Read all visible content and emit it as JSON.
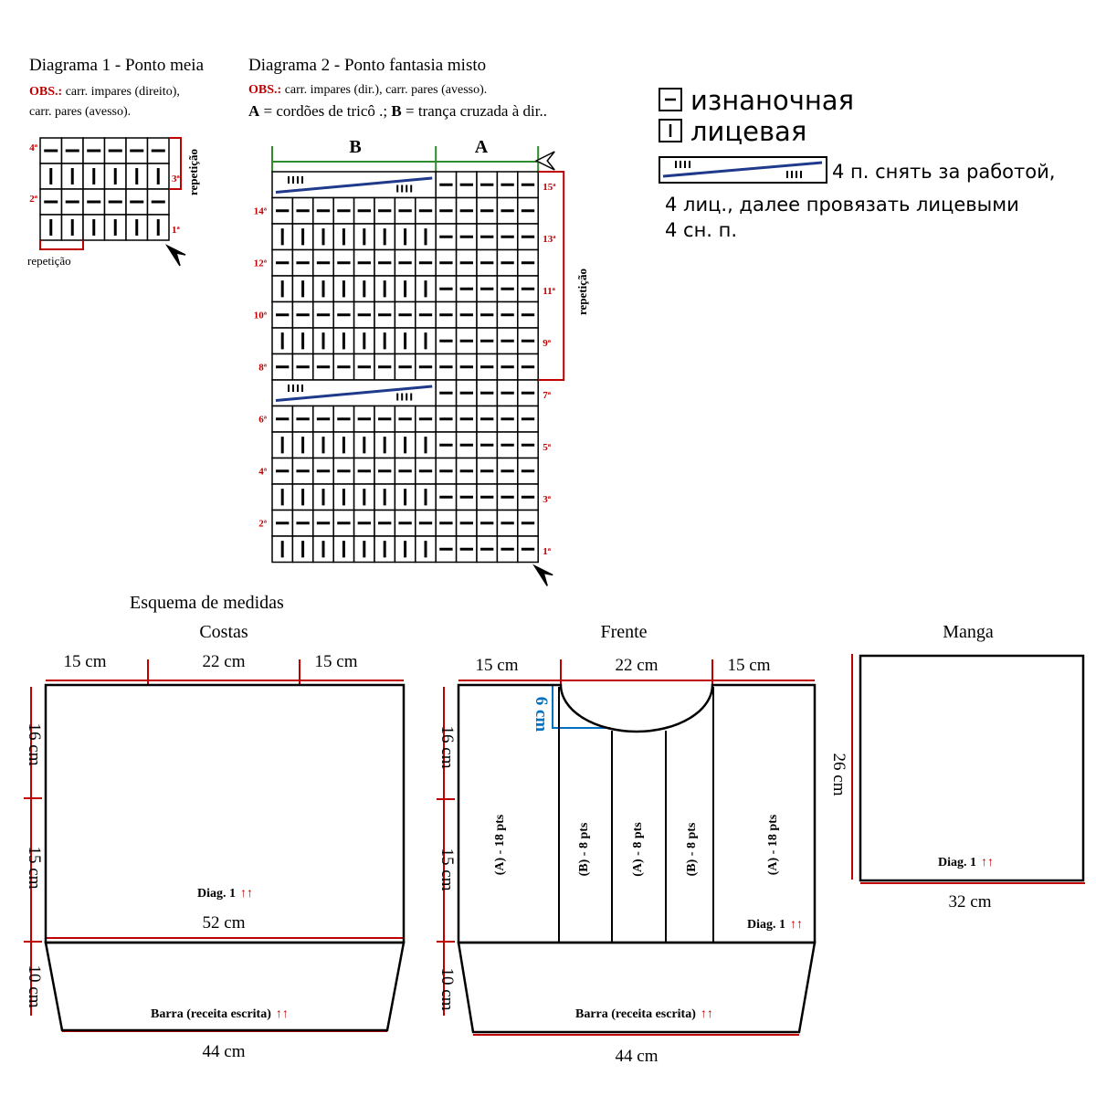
{
  "colors": {
    "ink": "#000000",
    "red": "#c00000",
    "blue": "#0070c0",
    "navy": "#1f3a8a",
    "green": "#2e8b2e"
  },
  "diagram1": {
    "title": "Diagrama 1 - Ponto meia",
    "obs_label": "OBS.:",
    "obs_line1": " carr. impares (direito),",
    "obs_line2": "carr. pares (avesso).",
    "repeat_label": "repetição",
    "row_labels": [
      "4ª",
      "3ª",
      "2ª",
      "1ª"
    ],
    "rows": [
      "purl",
      "knit",
      "purl",
      "knit"
    ]
  },
  "diagram2": {
    "title": "Diagrama 2 - Ponto fantasia misto",
    "obs_label": "OBS.:",
    "obs_text": " carr. impares (dir.), carr. pares (avesso).",
    "def_a": "A",
    "def_a_text": " = cordões de tricô .; ",
    "def_b": "B",
    "def_b_text": " = trança cruzada à dir..",
    "header_b": "B",
    "header_a": "A",
    "repeat_label": "repetição",
    "cable_marks": "IIII",
    "left_labels": [
      "14ª",
      "12ª",
      "10ª",
      "8ª",
      "6ª",
      "4ª",
      "2ª"
    ],
    "right_labels": [
      "15ª",
      "13ª",
      "11ª",
      "9ª",
      "7ª",
      "5ª",
      "3ª",
      "1ª"
    ],
    "rows_top_to_bottom": [
      "cable",
      "purl",
      "knit",
      "purl",
      "knit",
      "purl",
      "knit",
      "purl",
      "cable",
      "purl",
      "knit",
      "purl",
      "knit",
      "purl",
      "knit"
    ]
  },
  "legend": {
    "purl_symbol": "−",
    "purl_text": "изнаночная",
    "knit_symbol": "I",
    "knit_text": "лицевая",
    "cable_marks": "IIII",
    "cable_line1": "4 п. снять за работой,",
    "cable_line2": "4 лиц., далее провязать лицевыми",
    "cable_line3": "4 сн. п."
  },
  "schematic": {
    "title": "Esquema de medidas",
    "costas": {
      "title": "Costas",
      "top_left": "15 cm",
      "top_mid": "22 cm",
      "top_right": "15 cm",
      "side_top": "16 cm",
      "side_mid": "15 cm",
      "side_bottom": "10 cm",
      "diag_label": "Diag. 1",
      "arrows": "↑↑",
      "width": "52 cm",
      "barra_label": "Barra (receita escrita)",
      "bottom": "44 cm"
    },
    "frente": {
      "title": "Frente",
      "top_left": "15 cm",
      "top_mid": "22 cm",
      "top_right": "15 cm",
      "neck_depth": "6 cm",
      "side_top": "16 cm",
      "side_mid": "15 cm",
      "side_bottom": "10 cm",
      "panels": [
        "(A) - 18 pts",
        "(B) - 8 pts",
        "(A) - 8 pts",
        "(B) - 8 pts",
        "(A) - 18 pts"
      ],
      "diag_label": "Diag. 1",
      "arrows": "↑↑",
      "barra_label": "Barra (receita escrita)",
      "bottom": "44 cm"
    },
    "manga": {
      "title": "Manga",
      "side": "26 cm",
      "diag_label": "Diag. 1",
      "arrows": "↑↑",
      "bottom": "32 cm"
    }
  }
}
